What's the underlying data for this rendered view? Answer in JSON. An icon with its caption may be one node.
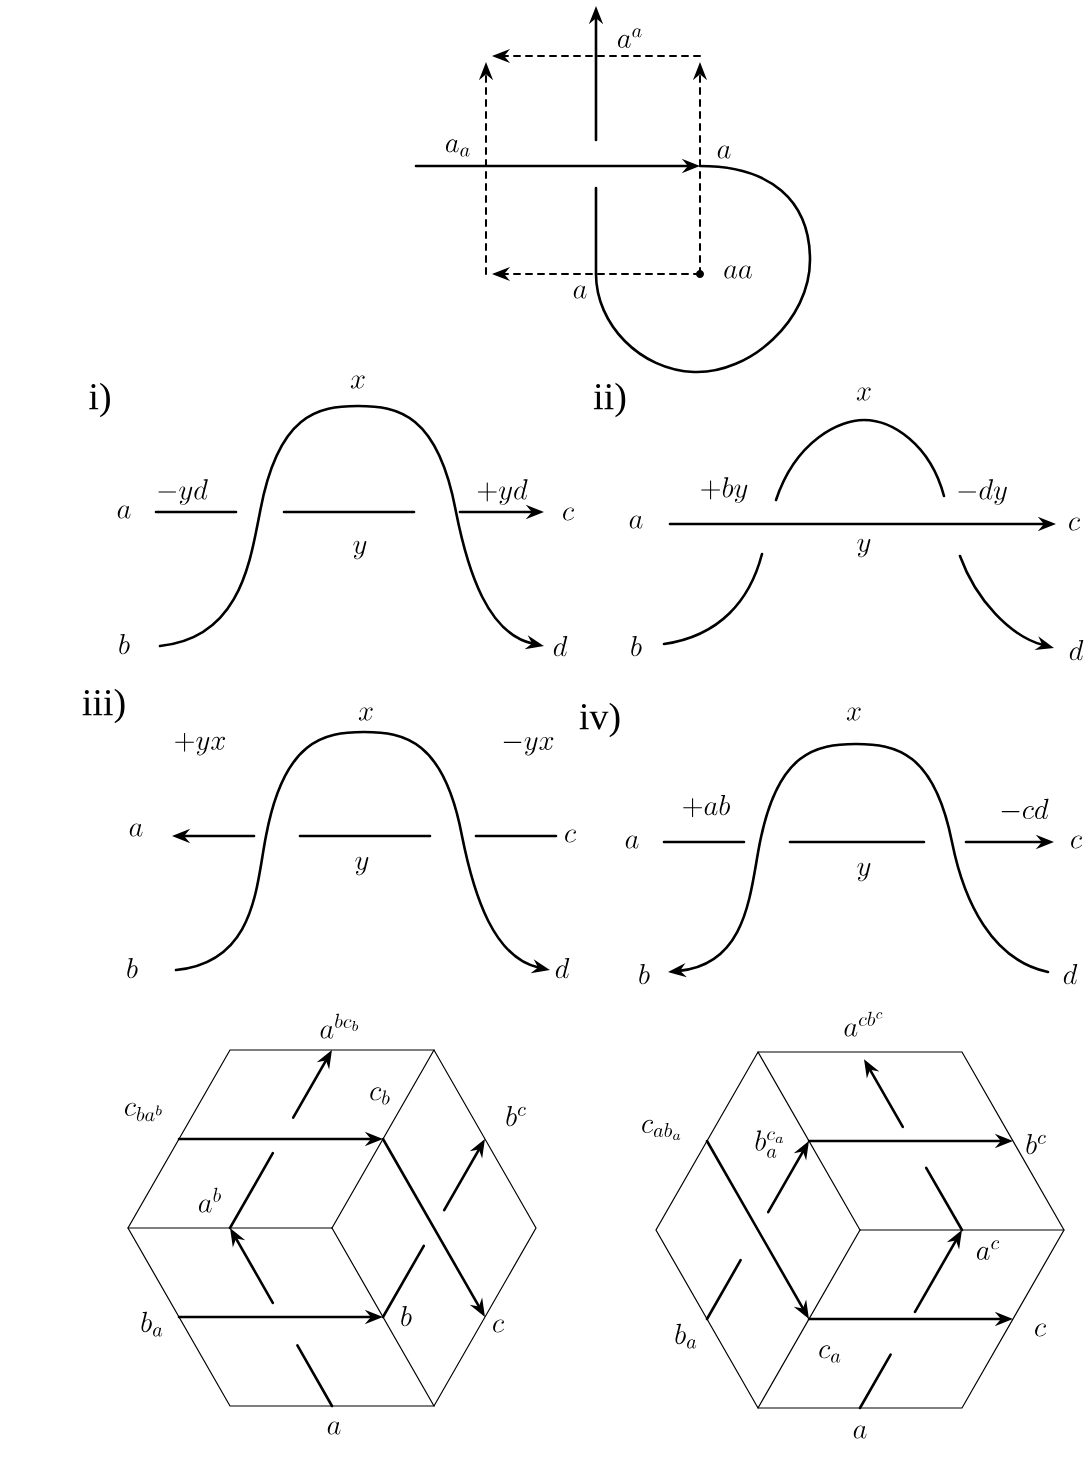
{
  "diagram": {
    "labels": [
      "a^a",
      "a_a",
      "a",
      "a",
      "aa",
      "i)",
      "x",
      "-yd",
      "+yd",
      "a",
      "c",
      "y",
      "b",
      "d",
      "ii)",
      "x",
      "+by",
      "-dy",
      "a",
      "c",
      "y",
      "b",
      "d",
      "iii)",
      "x",
      "+yx",
      "-yx",
      "a",
      "c",
      "y",
      "b",
      "d",
      "iv)",
      "x",
      "+ab",
      "-cd",
      "a",
      "c",
      "y",
      "b",
      "d",
      "a^{bc_b}",
      "c_{ba^b}",
      "c_b",
      "b^c",
      "a^b",
      "b_a",
      "b",
      "c",
      "a",
      "a^{cb^c}",
      "c_{ab_a}",
      "b_a^{c_a}",
      "b^c",
      "a^c",
      "b_a",
      "c_a",
      "c",
      "a"
    ]
  }
}
